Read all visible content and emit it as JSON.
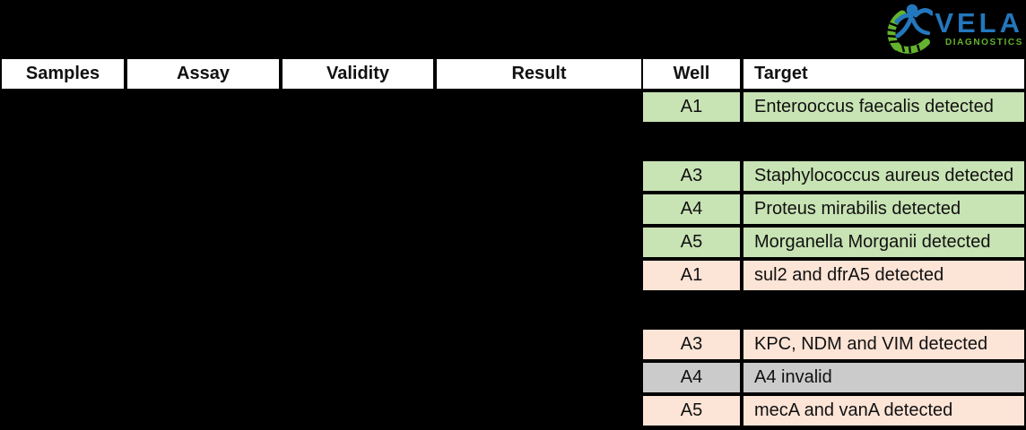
{
  "brand": {
    "name": "VELA",
    "tagline": "DIAGNOSTICS"
  },
  "colors": {
    "background": "#000000",
    "header_bg": "#ffffff",
    "organism_detected": "#c8e3b4",
    "resistance_detected": "#fce4d6",
    "invalid": "#cbcbcb",
    "brand_blue": "#2377bd",
    "brand_green": "#64b32e"
  },
  "left_table": {
    "headers": [
      "Samples",
      "Assay",
      "Validity",
      "Result"
    ]
  },
  "right_table": {
    "headers": [
      "Well",
      "Target"
    ],
    "rows": [
      {
        "well": "A1",
        "target": "Enterooccus faecalis detected",
        "category": "organism_detected"
      },
      {
        "spacer": true
      },
      {
        "well": "A3",
        "target": "Staphylococcus aureus detected",
        "category": "organism_detected"
      },
      {
        "well": "A4",
        "target": "Proteus mirabilis detected",
        "category": "organism_detected"
      },
      {
        "well": "A5",
        "target": "Morganella Morganii detected",
        "category": "organism_detected"
      },
      {
        "well": "A1",
        "target": "sul2 and dfrA5 detected",
        "category": "resistance_detected"
      },
      {
        "spacer": true
      },
      {
        "well": "A3",
        "target": "KPC, NDM and VIM detected",
        "category": "resistance_detected"
      },
      {
        "well": "A4",
        "target": "A4 invalid",
        "category": "invalid"
      },
      {
        "well": "A5",
        "target": "mecA and vanA detected",
        "category": "resistance_detected"
      }
    ]
  }
}
